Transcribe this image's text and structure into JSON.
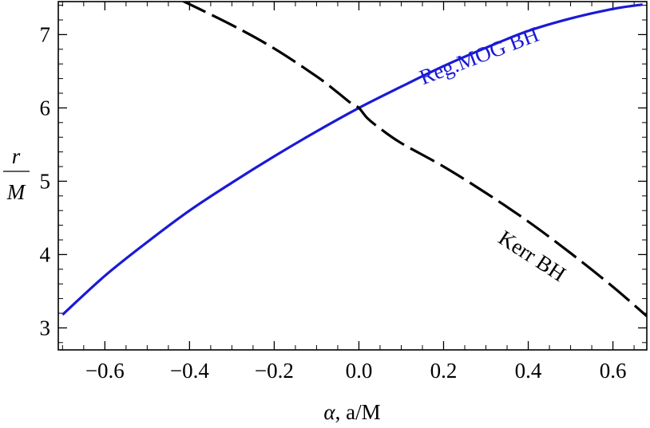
{
  "chart_data": {
    "type": "line",
    "xlabel_var": "α",
    "xlabel_rest": ", a/M",
    "ylabel_num": "r",
    "ylabel_den": "M",
    "xlim": [
      -0.71,
      0.68
    ],
    "ylim": [
      2.7,
      7.45
    ],
    "xticks": [
      -0.6,
      -0.4,
      -0.2,
      0.0,
      0.2,
      0.4,
      0.6
    ],
    "xtick_labels": [
      "−0.6",
      "−0.4",
      "−0.2",
      "0.0",
      "0.2",
      "0.4",
      "0.6"
    ],
    "yticks": [
      3,
      4,
      5,
      6,
      7
    ],
    "ytick_labels": [
      "3",
      "4",
      "5",
      "6",
      "7"
    ],
    "grid": false,
    "series": [
      {
        "name": "Reg.MOG BH",
        "color": "#1a1ad6",
        "style": "solid",
        "x": [
          -0.7,
          -0.6,
          -0.5,
          -0.4,
          -0.3,
          -0.2,
          -0.1,
          0.0,
          0.1,
          0.2,
          0.3,
          0.4,
          0.5,
          0.6,
          0.67
        ],
        "y": [
          3.18,
          3.71,
          4.17,
          4.6,
          4.98,
          5.34,
          5.68,
          6.0,
          6.29,
          6.57,
          6.82,
          7.05,
          7.22,
          7.35,
          7.41
        ]
      },
      {
        "name": "Kerr BH",
        "color": "#000000",
        "style": "dashed",
        "x": [
          -0.42,
          -0.3,
          -0.2,
          -0.1,
          -0.05,
          -0.02,
          0.0,
          0.02,
          0.05,
          0.1,
          0.2,
          0.3,
          0.4,
          0.5,
          0.6,
          0.68
        ],
        "y": [
          7.47,
          7.13,
          6.81,
          6.43,
          6.21,
          6.07,
          6.0,
          5.86,
          5.72,
          5.52,
          5.2,
          4.84,
          4.45,
          4.02,
          3.56,
          3.16
        ]
      }
    ],
    "annotations": [
      {
        "text": "Reg.MOG BH",
        "color": "#1a1ad6",
        "x": 0.29,
        "y": 6.62,
        "angle": -21
      },
      {
        "text": "Kerr BH",
        "color": "#000000",
        "x": 0.4,
        "y": 3.9,
        "angle": 33
      }
    ]
  }
}
